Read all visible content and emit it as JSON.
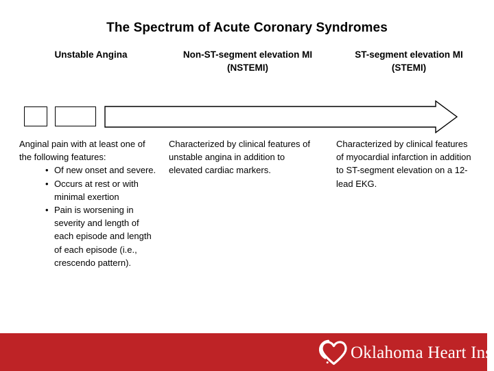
{
  "slide": {
    "title": "The Spectrum of Acute Coronary Syndromes",
    "background_color": "#ffffff"
  },
  "columns": [
    {
      "id": "unstable-angina",
      "header": "Unstable Angina",
      "header_sub": "",
      "intro": "Anginal pain with at least one of the following features:",
      "bullets": [
        "Of new onset and severe.",
        "Occurs at rest or with minimal exertion",
        "Pain is worsening in severity and length of each episode and length of each episode (i.e., crescendo pattern)."
      ]
    },
    {
      "id": "nstemi",
      "header": "Non-ST-segment elevation MI",
      "header_sub": "(NSTEMI)",
      "intro": "Characterized by clinical features of unstable angina in addition to elevated cardiac markers.",
      "bullets": []
    },
    {
      "id": "stemi",
      "header": "ST-segment elevation MI",
      "header_sub": "(STEMI)",
      "intro": "Characterized by clinical features of myocardial infarction in addition to ST-segment elevation on a 12-lead EKG.",
      "bullets": []
    }
  ],
  "diagram": {
    "type": "spectrum-arrow",
    "shapes": [
      {
        "name": "small-box-left",
        "kind": "rectangle"
      },
      {
        "name": "small-box-middle",
        "kind": "rectangle"
      },
      {
        "name": "long-block-arrow",
        "kind": "right-block-arrow"
      }
    ],
    "stroke_color": "#000000",
    "fill_color": "#ffffff"
  },
  "bullet_glyph": "•",
  "footer": {
    "band_color": "#be2326",
    "logo_icon": "heart-logo-icon",
    "logo_text": "Oklahoma Heart Institute"
  }
}
